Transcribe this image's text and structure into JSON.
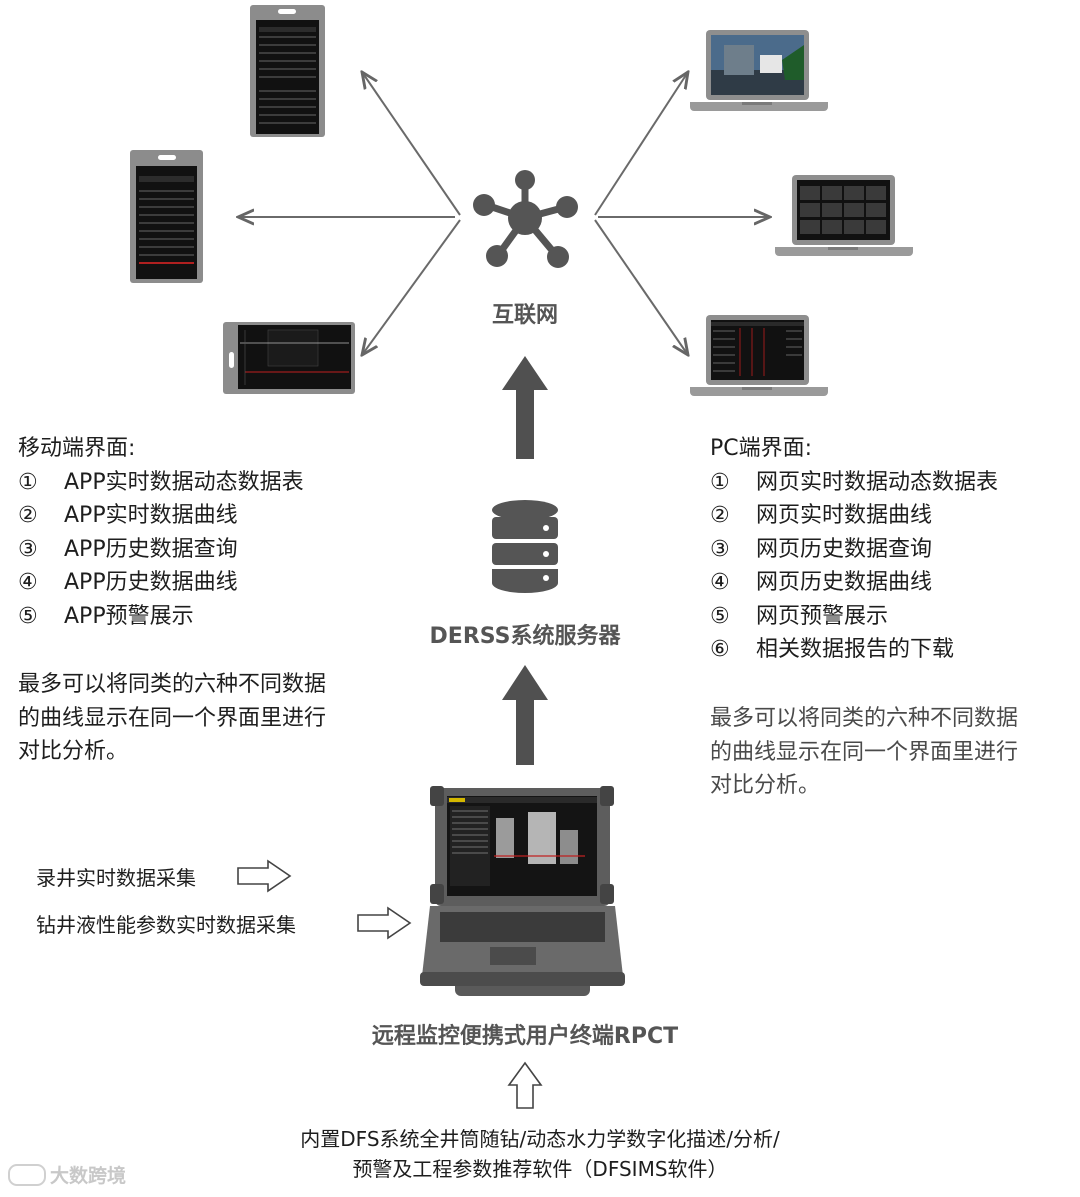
{
  "center": {
    "internet_label": "互联网",
    "server_label": "DERSS系统服务器",
    "terminal_label": "远程监控便携式用户终端RPCT"
  },
  "mobile": {
    "title": "移动端界面:",
    "items": [
      {
        "num": "①",
        "text": "APP实时数据动态数据表"
      },
      {
        "num": "②",
        "text": "APP实时数据曲线"
      },
      {
        "num": "③",
        "text": "APP历史数据查询"
      },
      {
        "num": "④",
        "text": "APP历史数据曲线"
      },
      {
        "num": "⑤",
        "text": "APP预警展示"
      }
    ],
    "note": [
      "最多可以将同类的六种不同数据",
      "的曲线显示在同一个界面里进行",
      "对比分析。"
    ]
  },
  "pc": {
    "title": "PC端界面:",
    "items": [
      {
        "num": "①",
        "text": "网页实时数据动态数据表"
      },
      {
        "num": "②",
        "text": "网页实时数据曲线"
      },
      {
        "num": "③",
        "text": "网页历史数据查询"
      },
      {
        "num": "④",
        "text": "网页历史数据曲线"
      },
      {
        "num": "⑤",
        "text": "网页预警展示"
      },
      {
        "num": "⑥",
        "text": "相关数据报告的下载"
      }
    ],
    "note": [
      "最多可以将同类的六种不同数据",
      "的曲线显示在同一个界面里进行",
      "对比分析。"
    ]
  },
  "inputs": {
    "logging": "录井实时数据采集",
    "drilling_fluid": "钻井液性能参数实时数据采集"
  },
  "software": {
    "line1": "内置DFS系统全井筒随钻/动态水力学数字化描述/分析/",
    "line2": "预警及工程参数推荐软件（DFSIMS软件）"
  },
  "watermark": "大数跨境",
  "icons": {
    "network": "network-hub-icon",
    "server": "database-server-icon",
    "terminal": "rugged-laptop-icon",
    "phone": "phone-device-icon",
    "laptop": "laptop-device-icon"
  }
}
